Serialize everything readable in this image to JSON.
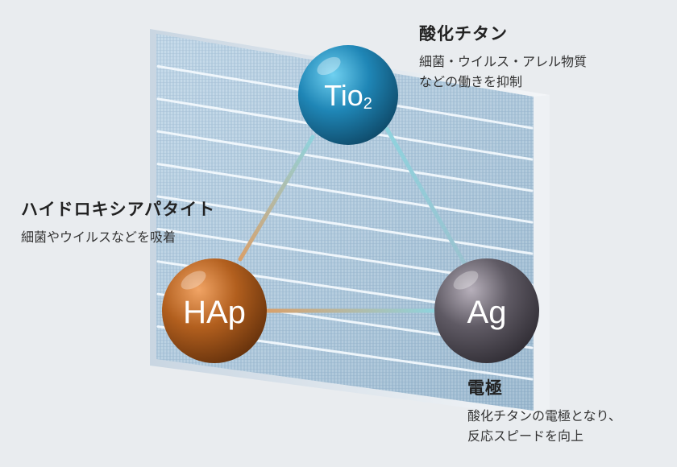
{
  "nodes": [
    {
      "id": "tio2",
      "symbol": "Tio",
      "subscript": "2",
      "color": "#1f86b6",
      "title": "酸化チタン",
      "desc": [
        "細菌・ウイルス・アレル物質",
        "などの働きを抑制"
      ]
    },
    {
      "id": "hap",
      "symbol": "HAp",
      "color": "#b25f1e",
      "title": "ハイドロキシアパタイト",
      "desc": [
        "細菌やウイルスなどを吸着"
      ]
    },
    {
      "id": "ag",
      "symbol": "Ag",
      "color": "#5f5a64",
      "title": "電極",
      "desc": [
        "酸化チタンの電極となり、",
        "反応スピードを向上"
      ]
    }
  ],
  "links": [
    {
      "from": "tio2",
      "to": "hap"
    },
    {
      "from": "tio2",
      "to": "ag"
    },
    {
      "from": "hap",
      "to": "ag"
    }
  ],
  "filter_color": "#a9c6dc"
}
